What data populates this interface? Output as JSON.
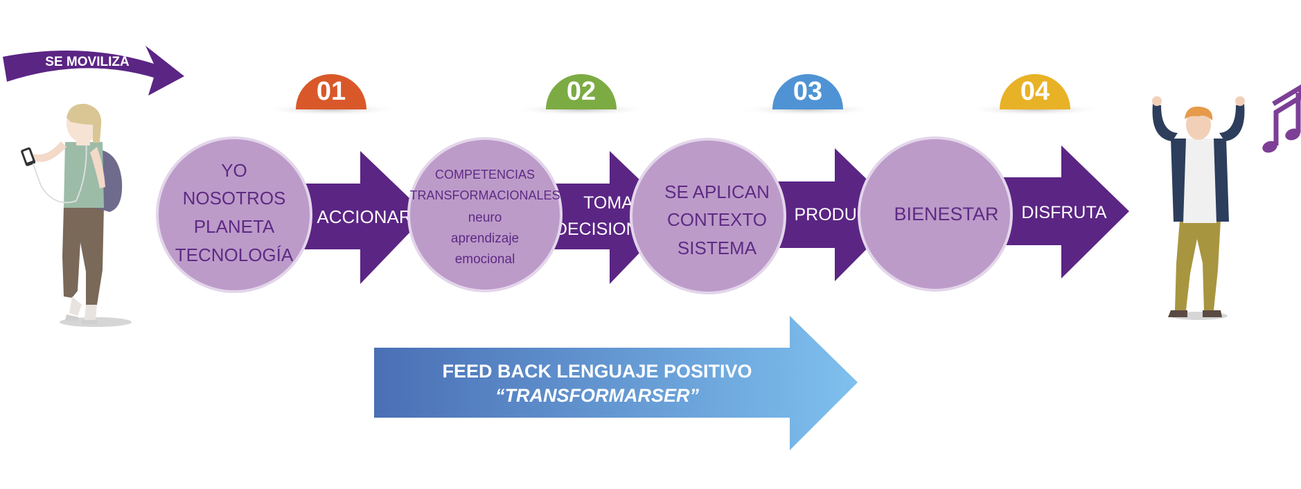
{
  "top_arrow": {
    "label": "SE MOVILIZA"
  },
  "steps": [
    {
      "number": "01",
      "color": "#d9582a"
    },
    {
      "number": "02",
      "color": "#7cab44"
    },
    {
      "number": "03",
      "color": "#4f93d4"
    },
    {
      "number": "04",
      "color": "#e8b226"
    }
  ],
  "circles": [
    {
      "lines": [
        "YO",
        "NOSOTROS",
        "PLANETA",
        "TECNOLOGÍA"
      ]
    },
    {
      "lines": [
        "COMPETENCIAS",
        "TRANSFORMACIONALES",
        "neuro",
        "aprendizaje",
        "emocional"
      ]
    },
    {
      "lines": [
        "SE APLICAN",
        "CONTEXTO",
        "SISTEMA"
      ]
    },
    {
      "lines": [
        "BIENESTAR"
      ]
    }
  ],
  "arrows": [
    {
      "lines": [
        "ACCIONAR"
      ]
    },
    {
      "lines": [
        "TOMA",
        "DECISIONES"
      ]
    },
    {
      "lines": [
        "PRODUCE"
      ]
    },
    {
      "lines": [
        "DISFRUTA"
      ]
    }
  ],
  "feedback": {
    "line1": "FEED BACK LENGUAJE POSITIVO",
    "line2": "“TRANSFORMARSER”"
  },
  "icons": {
    "left_person": "person-with-phone-icon",
    "right_person": "celebrating-person-icon",
    "music": "music-note-icon"
  },
  "colors": {
    "purple_dark": "#5b2584",
    "circle_fill": "#bc9bc9",
    "circle_text": "#5e2a83",
    "feedback_start": "#4a6fb5",
    "feedback_end": "#7ec0ee"
  }
}
